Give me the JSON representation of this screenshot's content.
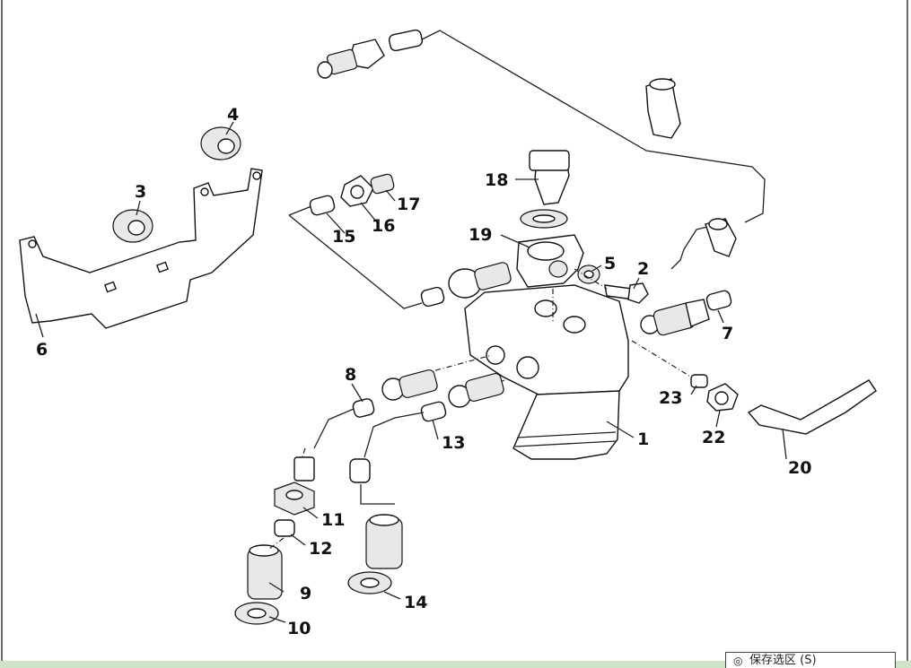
{
  "callouts": {
    "c1": "1",
    "c2": "2",
    "c3": "3",
    "c4": "4",
    "c5": "5",
    "c6": "6",
    "c7": "7",
    "c8": "8",
    "c9": "9",
    "c10": "10",
    "c11": "11",
    "c12": "12",
    "c13": "13",
    "c14": "14",
    "c15": "15",
    "c16": "16",
    "c17": "17",
    "c18": "18",
    "c19": "19",
    "c20": "20",
    "c22": "22",
    "c23": "23"
  },
  "save_area": {
    "icon": "disc-icon",
    "label": "保存选区 (S)"
  }
}
